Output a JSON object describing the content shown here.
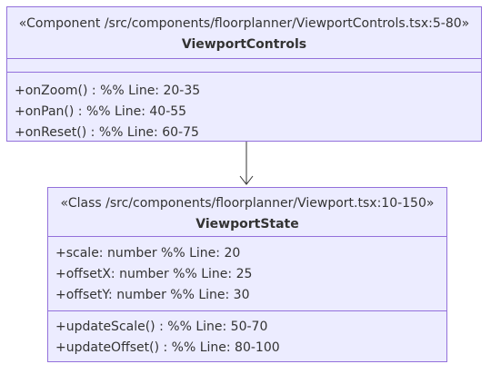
{
  "classes": {
    "viewport_controls": {
      "stereotype": "«Component /src/components/floorplanner/ViewportControls.tsx:5-80»",
      "name": "ViewportControls",
      "attributes": [],
      "methods": [
        "+onZoom() : %% Line: 20-35",
        "+onPan() : %% Line: 40-55",
        "+onReset() : %% Line: 60-75"
      ]
    },
    "viewport_state": {
      "stereotype": "«Class /src/components/floorplanner/Viewport.tsx:10-150»",
      "name": "ViewportState",
      "attributes": [
        "+scale: number %% Line: 20",
        "+offsetX: number %% Line: 25",
        "+offsetY: number %% Line: 30"
      ],
      "methods": [
        "+updateScale() : %% Line: 50-70",
        "+updateOffset() : %% Line: 80-100"
      ]
    }
  },
  "relations": [
    {
      "from": "ViewportControls",
      "to": "ViewportState",
      "type": "association"
    }
  ],
  "colors": {
    "class_fill": "#ececff",
    "class_border": "#9370db",
    "text": "#333333",
    "edge": "#333333"
  }
}
